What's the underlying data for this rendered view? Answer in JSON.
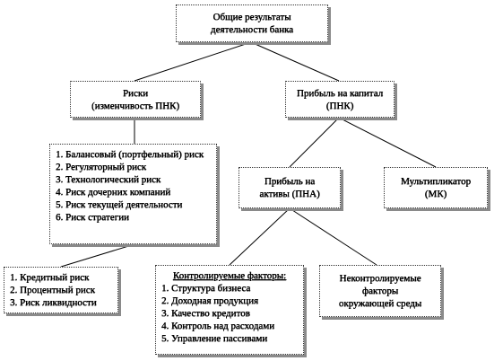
{
  "nodes": {
    "root": {
      "line1": "Общие результаты",
      "line2": "деятельности банка"
    },
    "risks": {
      "line1": "Риски",
      "line2": "(изменчивость ПНК)"
    },
    "profit_capital": {
      "line1": "Прибыль на капитал",
      "line2": "(ПНК)"
    },
    "profit_assets": {
      "line1": "Прибыль на",
      "line2": "активы (ПНА)"
    },
    "multiplier": {
      "line1": "Мультипликатор",
      "line2": "(МК)"
    },
    "uncontrolled": {
      "line1": "Неконтролируемые",
      "line2": "факторы",
      "line3": "окружающей среды"
    }
  },
  "risk_list": [
    "1. Балансовый (портфельный) риск",
    "2. Регуляторный риск",
    "3. Технологический риск",
    "4. Риск дочерних компаний",
    "5. Риск текущей деятельности",
    "6. Риск стратегии"
  ],
  "sub_risk_list": [
    "1. Кредитный риск",
    "2. Процентный риск",
    "3. Риск ликвидности"
  ],
  "controlled": {
    "header": "Контролируемые факторы:",
    "items": [
      "1. Структура бизнеса",
      "2. Доходная продукция",
      "3. Качество кредитов",
      "4. Контроль над расходами",
      "5. Управление пассивами"
    ]
  }
}
